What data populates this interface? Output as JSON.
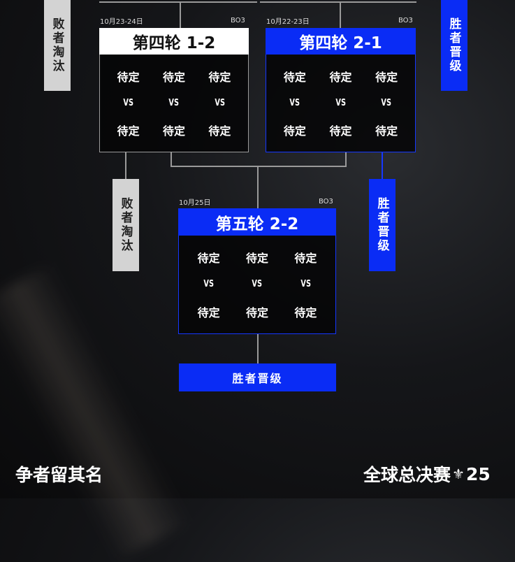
{
  "side_labels": {
    "loser": "败者淘汰",
    "winner": "胜者晋级"
  },
  "matches": [
    {
      "date": "10月23-24日",
      "format": "BO3",
      "title": "第四轮 1-2",
      "slots": [
        "待定",
        "待定",
        "待定",
        "VS",
        "VS",
        "VS",
        "待定",
        "待定",
        "待定"
      ]
    },
    {
      "date": "10月22-23日",
      "format": "BO3",
      "title": "第四轮 2-1",
      "slots": [
        "待定",
        "待定",
        "待定",
        "VS",
        "VS",
        "VS",
        "待定",
        "待定",
        "待定"
      ]
    },
    {
      "date": "10月25日",
      "format": "BO3",
      "title": "第五轮 2-2",
      "slots": [
        "待定",
        "待定",
        "待定",
        "VS",
        "VS",
        "VS",
        "待定",
        "待定",
        "待定"
      ]
    }
  ],
  "final_label": "胜者晋级",
  "footer": {
    "slogan": "争者留其名",
    "brand": "全球总决赛",
    "year": "25"
  },
  "colors": {
    "blue": "#0a2cf5",
    "gray": "#d3d3d3"
  }
}
